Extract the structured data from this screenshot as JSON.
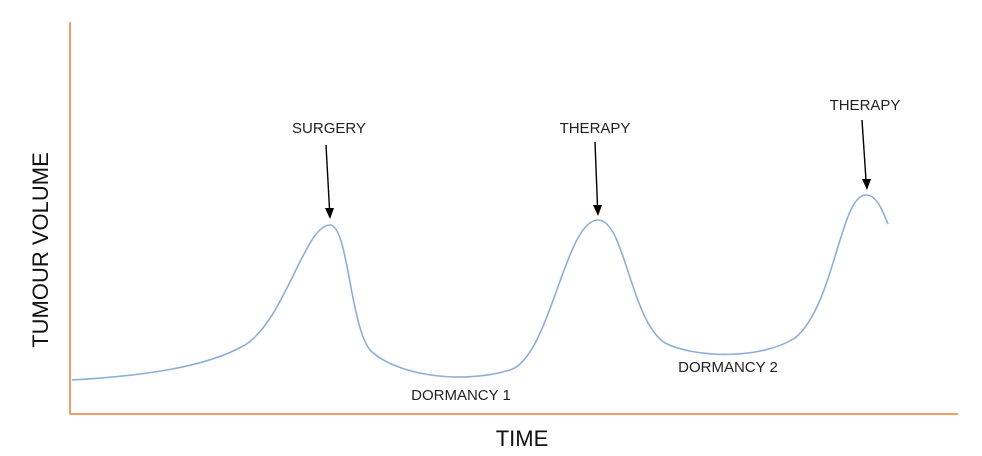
{
  "axes": {
    "y_title": "TUMOUR VOLUME",
    "x_title": "TIME",
    "color": "#ed7d31"
  },
  "curve": {
    "color": "#8eaed6",
    "description_points": "relative tumour volume over time"
  },
  "annotations": {
    "surgery": "SURGERY",
    "therapy_1": "THERAPY",
    "therapy_2": "THERAPY",
    "dormancy_1": "DORMANCY 1",
    "dormancy_2": "DORMANCY 2"
  }
}
